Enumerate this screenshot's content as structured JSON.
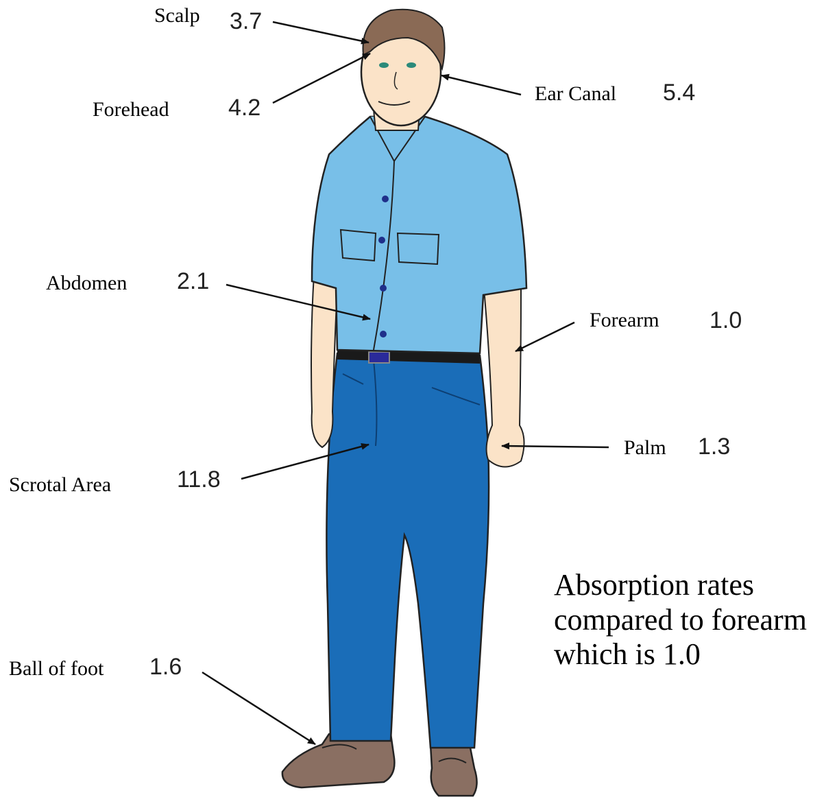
{
  "sites": [
    {
      "label": "Scalp",
      "value": "3.7"
    },
    {
      "label": "Forehead",
      "value": "4.2"
    },
    {
      "label": "Ear Canal",
      "value": "5.4"
    },
    {
      "label": "Abdomen",
      "value": "2.1"
    },
    {
      "label": "Forearm",
      "value": "1.0"
    },
    {
      "label": "Palm",
      "value": "1.3"
    },
    {
      "label": "Scrotal Area",
      "value": "11.8"
    },
    {
      "label": "Ball of foot",
      "value": "1.6"
    }
  ],
  "note": {
    "line1": "Absorption rates",
    "line2": "compared to forearm",
    "line3": "which is 1.0"
  },
  "colors": {
    "shirt": "#78bfe8",
    "pants": "#1a6db8",
    "skin": "#fbe3c8",
    "hair": "#8a6a55",
    "shoes": "#8a6f62",
    "belt": "#1a1a1a"
  }
}
